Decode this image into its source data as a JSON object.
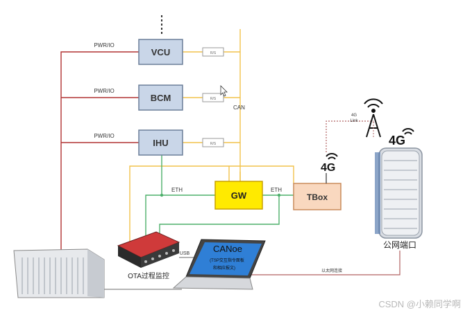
{
  "labels": {
    "pwr_vcu": "PWR/IO",
    "pwr_bcm": "PWR/IO",
    "pwr_ihu": "PWR/IO",
    "can": "CAN",
    "eth_left": "ETH",
    "eth_right": "ETH",
    "usb": "USB",
    "link_4g": "4G\nLink",
    "wan_link": "以太网连接",
    "resistor": "R/S"
  },
  "nodes": {
    "vcu": "VCU",
    "bcm": "BCM",
    "ihu": "IHU",
    "gw": "GW",
    "tbox": "TBox",
    "canoe": "CANoe",
    "canoe_sub1": "(TSP交互指令面板",
    "canoe_sub2": "和相应报文)",
    "ota": "OTA过程监控",
    "server": "公网端口",
    "tbox_4g": "4G",
    "server_4g": "4G"
  },
  "watermark": "CSDN @小赖同学啊",
  "colors": {
    "ecu_fill": "#c9d6e8",
    "ecu_stroke": "#6b7f99",
    "gw_fill": "#ffea00",
    "gw_stroke": "#c8a000",
    "tbox_fill": "#f9d8bf",
    "tbox_stroke": "#c98a5a",
    "pwr_line": "#b03030",
    "can_line": "#f2c24a",
    "eth_line": "#4caf6a",
    "link_line": "#b06060"
  }
}
